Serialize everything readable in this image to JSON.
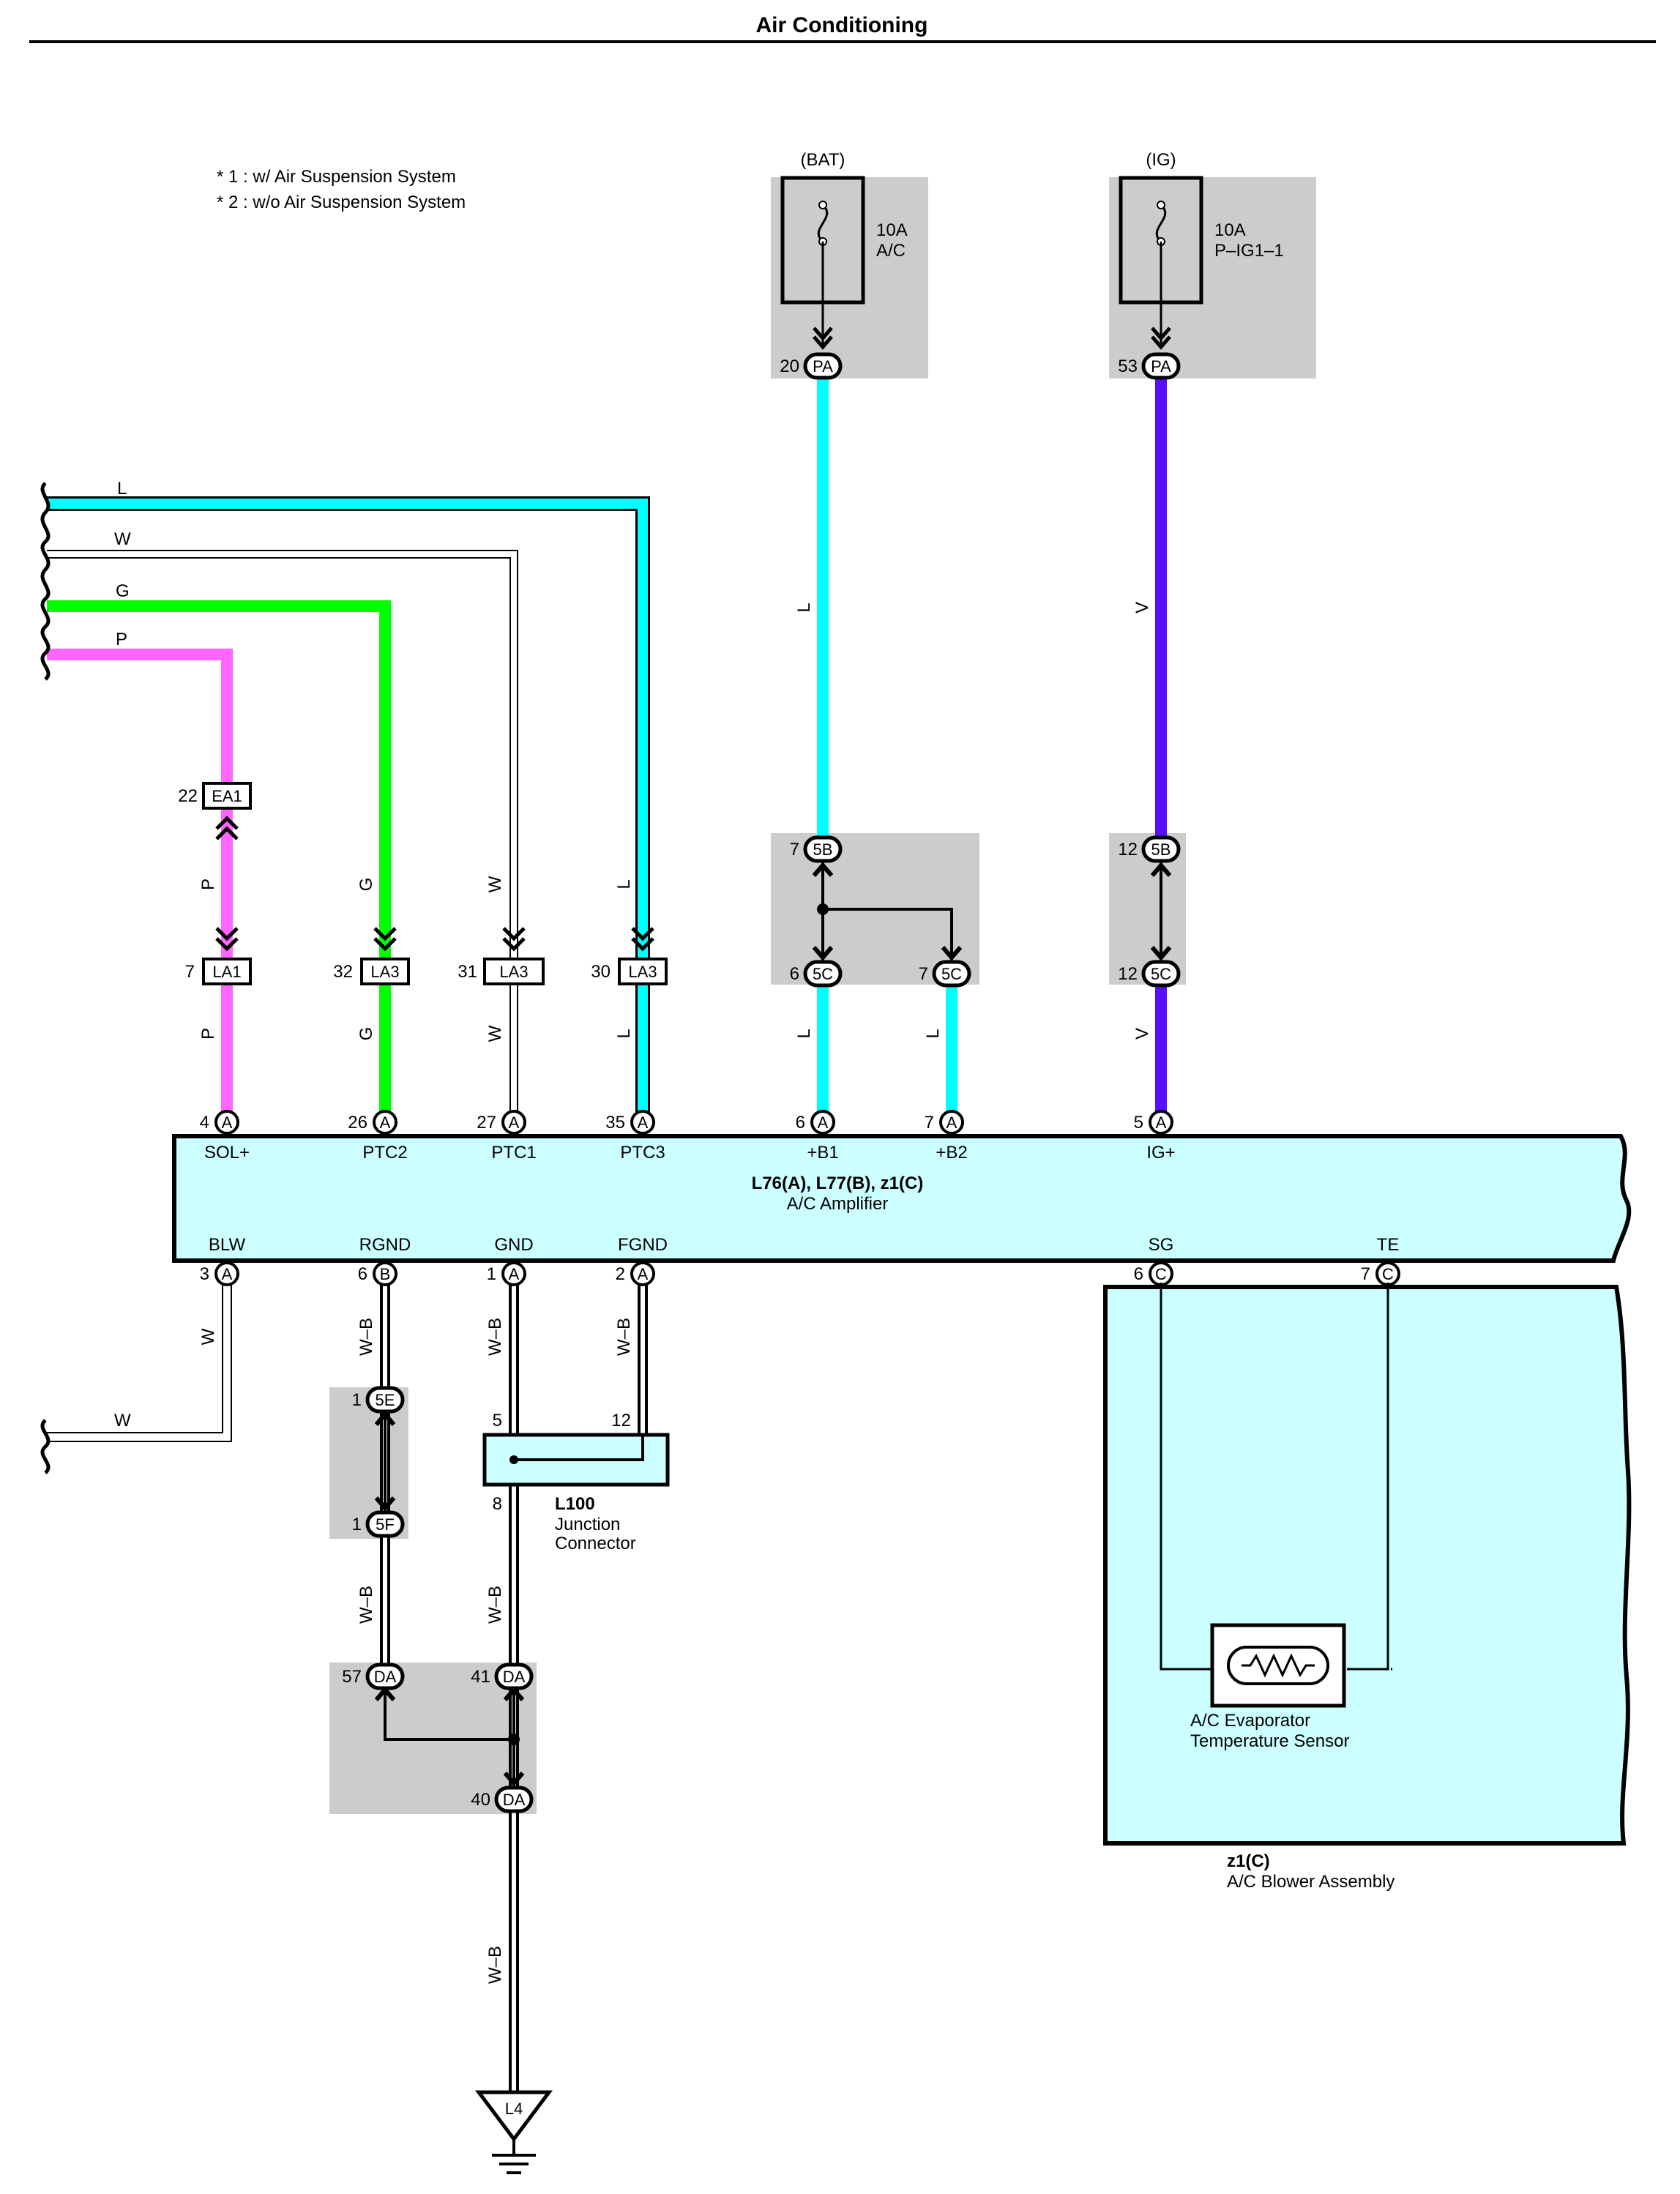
{
  "title": "Air Conditioning",
  "notes": [
    "* 1 : w/ Air Suspension System",
    "* 2 : w/o Air Suspension System"
  ],
  "colors": {
    "L": "#00ffff",
    "G": "#00ff00",
    "P": "#ff66ff",
    "V": "#5511ff",
    "W": "#ffffff",
    "W-B": "#ffffff",
    "shade": "#cccccc",
    "component_fill": "#ccffff"
  },
  "fuses": {
    "bat": {
      "source": "(BAT)",
      "rating": "10A",
      "name": "A/C",
      "pin": "20",
      "conn": "PA",
      "wire": "L"
    },
    "ig": {
      "source": "(IG)",
      "rating": "10A",
      "name": "P–IG1–1",
      "pin": "53",
      "conn": "PA",
      "wire": "V"
    }
  },
  "incoming_wires": [
    "L",
    "W",
    "G",
    "P",
    "W"
  ],
  "connectors": {
    "ea1": {
      "pin": "22",
      "id": "EA1"
    },
    "la1": {
      "pin": "7",
      "id": "LA1"
    },
    "la3_32": {
      "pin": "32",
      "id": "LA3"
    },
    "la3_31": {
      "pin": "31",
      "id": "LA3"
    },
    "la3_30": {
      "pin": "30",
      "id": "LA3"
    },
    "j5b_7": {
      "pin": "7",
      "id": "5B"
    },
    "j5c_6": {
      "pin": "6",
      "id": "5C"
    },
    "j5c_7": {
      "pin": "7",
      "id": "5C"
    },
    "j5b_12": {
      "pin": "12",
      "id": "5B"
    },
    "j5c_12": {
      "pin": "12",
      "id": "5C"
    },
    "j5e": {
      "pin": "1",
      "id": "5E"
    },
    "j5f": {
      "pin": "1",
      "id": "5F"
    },
    "da57": {
      "pin": "57",
      "id": "DA"
    },
    "da41": {
      "pin": "41",
      "id": "DA"
    },
    "da40": {
      "pin": "40",
      "id": "DA"
    }
  },
  "wire_labels": {
    "p": "P",
    "g": "G",
    "w": "W",
    "l": "L",
    "v": "V",
    "wb": "W–B"
  },
  "amplifier": {
    "ids": "L76(A), L77(B), z1(C)",
    "name": "A/C Amplifier",
    "top_pins": [
      {
        "num": "4",
        "conn": "A",
        "name": "SOL+"
      },
      {
        "num": "26",
        "conn": "A",
        "name": "PTC2"
      },
      {
        "num": "27",
        "conn": "A",
        "name": "PTC1"
      },
      {
        "num": "35",
        "conn": "A",
        "name": "PTC3"
      },
      {
        "num": "6",
        "conn": "A",
        "name": "+B1"
      },
      {
        "num": "7",
        "conn": "A",
        "name": "+B2"
      },
      {
        "num": "5",
        "conn": "A",
        "name": "IG+"
      }
    ],
    "bottom_pins": [
      {
        "num": "3",
        "conn": "A",
        "name": "BLW"
      },
      {
        "num": "6",
        "conn": "B",
        "name": "RGND"
      },
      {
        "num": "1",
        "conn": "A",
        "name": "GND"
      },
      {
        "num": "2",
        "conn": "A",
        "name": "FGND"
      },
      {
        "num": "6",
        "conn": "C",
        "name": "SG"
      },
      {
        "num": "7",
        "conn": "C",
        "name": "TE"
      }
    ]
  },
  "junction": {
    "id": "L100",
    "name1": "Junction",
    "name2": "Connector",
    "pin_in1": "5",
    "pin_in2": "12",
    "pin_out": "8"
  },
  "sensor": {
    "name1": "A/C Evaporator",
    "name2": "Temperature Sensor"
  },
  "blower": {
    "id": "z1(C)",
    "name": "A/C Blower Assembly"
  },
  "ground": {
    "id": "L4"
  }
}
